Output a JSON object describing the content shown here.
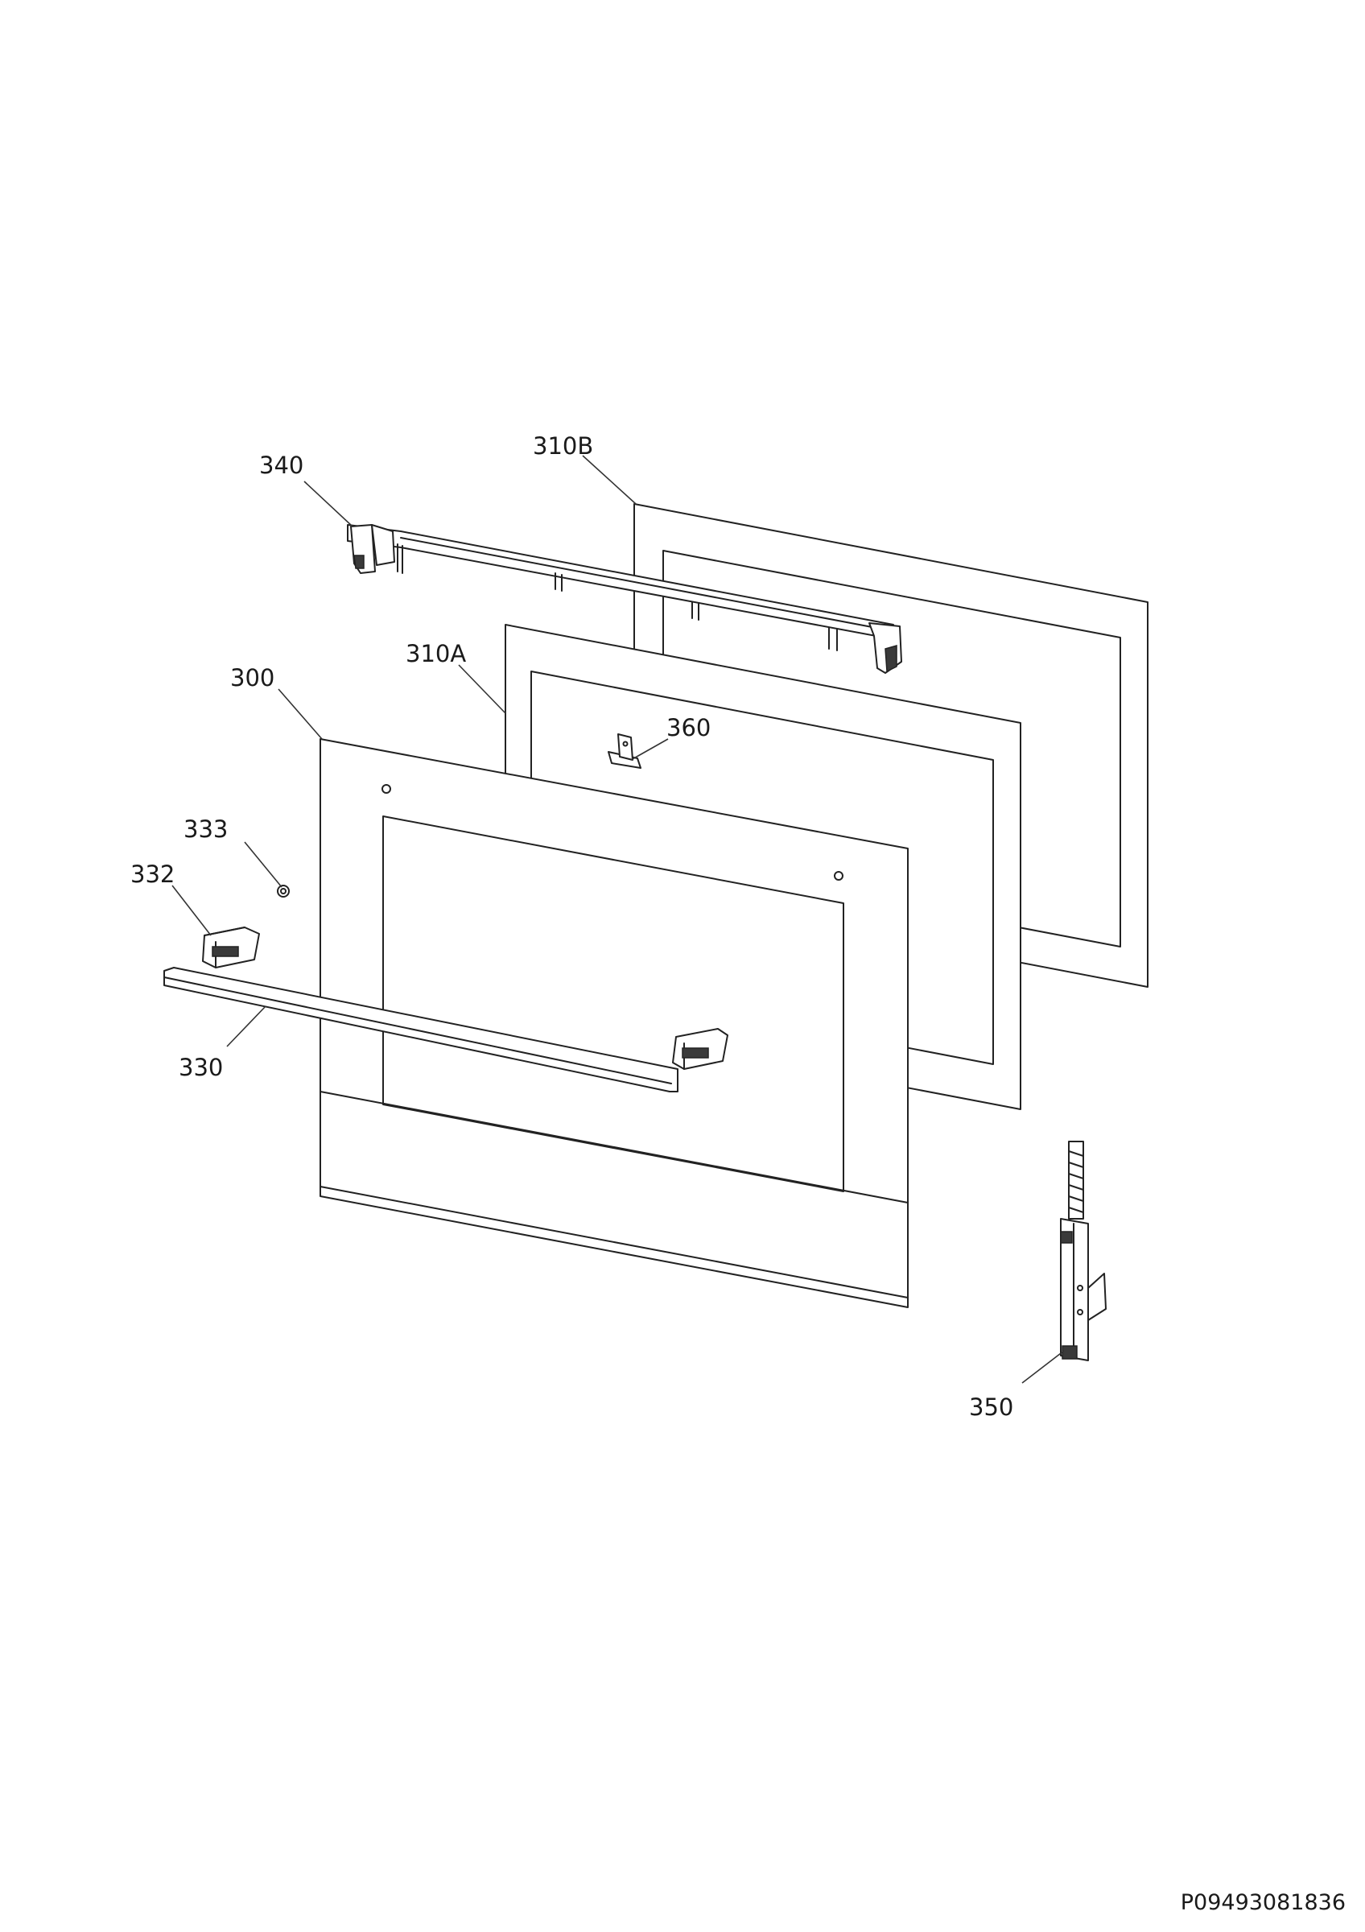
{
  "diagram": {
    "callouts": {
      "c340": "340",
      "c310B": "310B",
      "c310A": "310A",
      "c300": "300",
      "c360": "360",
      "c333": "333",
      "c332": "332",
      "c330": "330",
      "c350": "350"
    },
    "document_code": "P09493081836"
  },
  "colors": {
    "line": "#222222",
    "background": "#ffffff"
  }
}
